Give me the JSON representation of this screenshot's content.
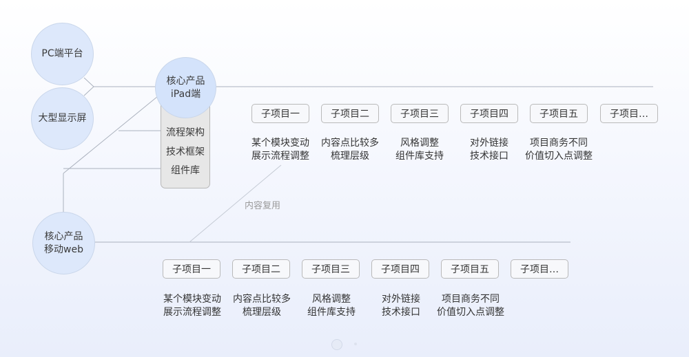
{
  "nodes": {
    "pc": "PC端平台",
    "screen": "大型显示屏",
    "ipad": [
      "核心产品",
      "iPad端"
    ],
    "mobile": [
      "核心产品",
      "移动web"
    ]
  },
  "framework": [
    "流程架构",
    "技术框架",
    "组件库"
  ],
  "reuse_label": "内容复用",
  "top_row": {
    "items": [
      {
        "label": "子项目一",
        "desc": [
          "某个模块变动",
          "展示流程调整"
        ]
      },
      {
        "label": "子项目二",
        "desc": [
          "内容点比较多",
          "梳理层级"
        ]
      },
      {
        "label": "子项目三",
        "desc": [
          "风格调整",
          "组件库支持"
        ]
      },
      {
        "label": "子项目四",
        "desc": [
          "对外链接",
          "技术接口"
        ]
      },
      {
        "label": "子项目五",
        "desc": [
          "项目商务不同",
          "价值切入点调整"
        ]
      },
      {
        "label": "子项目…",
        "desc": []
      }
    ]
  },
  "bottom_row": {
    "items": [
      {
        "label": "子项目一",
        "desc": [
          "某个模块变动",
          "展示流程调整"
        ]
      },
      {
        "label": "子项目二",
        "desc": [
          "内容点比较多",
          "梳理层级"
        ]
      },
      {
        "label": "子项目三",
        "desc": [
          "风格调整",
          "组件库支持"
        ]
      },
      {
        "label": "子项目四",
        "desc": [
          "对外链接",
          "技术接口"
        ]
      },
      {
        "label": "子项目五",
        "desc": [
          "项目商务不同",
          "价值切入点调整"
        ]
      },
      {
        "label": "子项目…",
        "desc": []
      }
    ]
  },
  "colors": {
    "node_fill": "#dde8fb",
    "line": "#aab1bd"
  }
}
